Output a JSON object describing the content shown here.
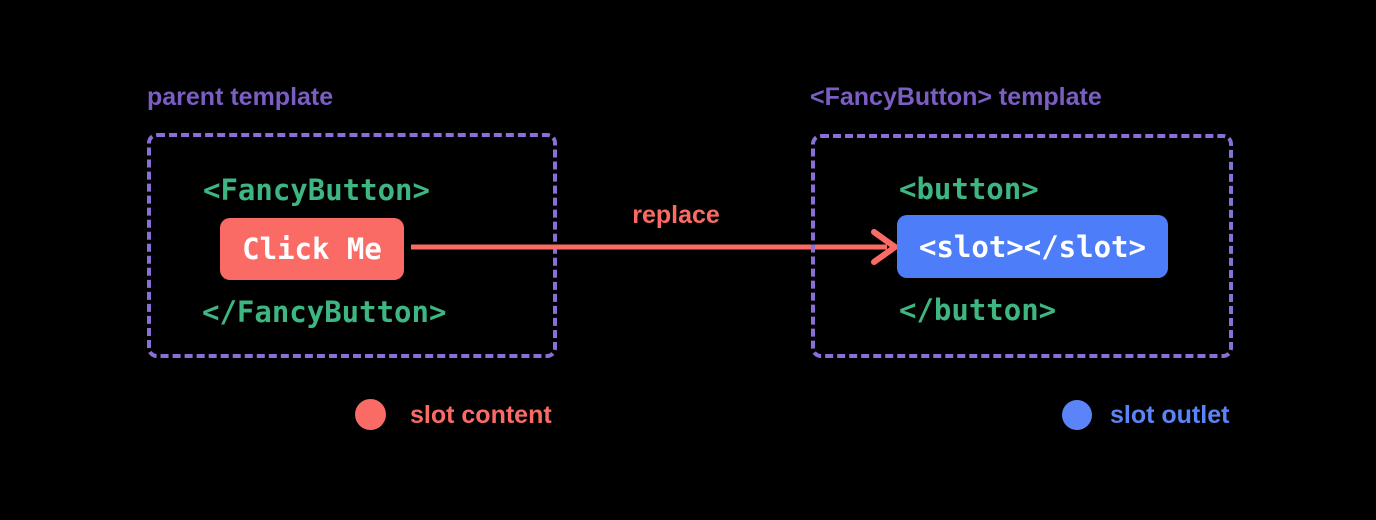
{
  "colors": {
    "background": "#000000",
    "purple_text": "#7b5ec4",
    "purple_border": "#8a6fd8",
    "green": "#3eb681",
    "coral": "#fb6b66",
    "blue": "#4d7df8",
    "legend_blue": "#5b84f8",
    "white": "#ffffff"
  },
  "parent_panel": {
    "title": "parent template",
    "open_tag": "<FancyButton>",
    "slot_content_label": "Click Me",
    "close_tag": "</FancyButton>"
  },
  "arrow": {
    "label": "replace"
  },
  "fancy_panel": {
    "title": "<FancyButton> template",
    "open_tag": "<button>",
    "slot_outlet_label": "<slot></slot>",
    "close_tag": "</button>"
  },
  "legend": {
    "slot_content_label": "slot content",
    "slot_outlet_label": "slot outlet"
  }
}
